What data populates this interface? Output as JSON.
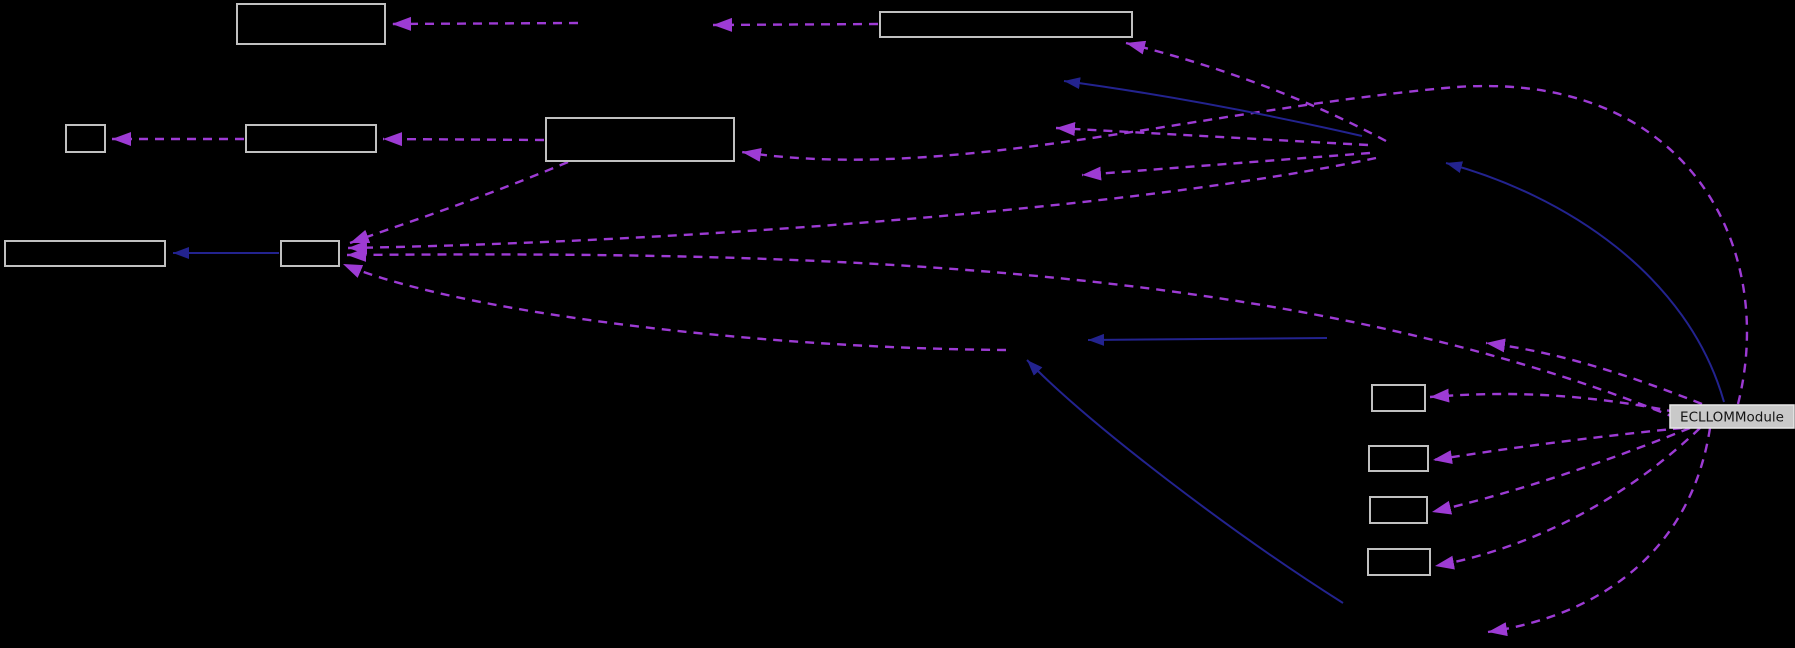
{
  "diagram": {
    "type": "collaboration-graph",
    "main_node": {
      "label": "ECLLOMModule"
    },
    "colors": {
      "background": "#000000",
      "node_border": "#c0c0c0",
      "node_fill": "#000000",
      "main_node_fill": "#c9c9c9",
      "main_node_border": "#e8e8e8",
      "main_node_text": "#141414",
      "dashed_edge": "#9d3bd4",
      "solid_edge": "#23238f"
    },
    "nodes": [
      {
        "id": "node-top-left",
        "label": ""
      },
      {
        "id": "node-top-middle",
        "label": ""
      },
      {
        "id": "node-left-small",
        "label": ""
      },
      {
        "id": "node-left-mid",
        "label": ""
      },
      {
        "id": "node-center",
        "label": ""
      },
      {
        "id": "node-wide-left",
        "label": ""
      },
      {
        "id": "node-left-junction",
        "label": ""
      },
      {
        "id": "node-right-1",
        "label": ""
      },
      {
        "id": "node-right-2",
        "label": ""
      },
      {
        "id": "node-right-3",
        "label": ""
      },
      {
        "id": "node-right-4",
        "label": ""
      },
      {
        "id": "node-main",
        "label": "ECLLOMModule"
      }
    ],
    "edges": [
      {
        "from": "hidden-node-a",
        "to": "node-top-left",
        "style": "dashed"
      },
      {
        "from": "node-top-middle",
        "to": "hidden-node-b",
        "style": "dashed"
      },
      {
        "from": "hidden-hub",
        "to": "node-top-middle",
        "style": "dashed"
      },
      {
        "from": "node-center",
        "to": "node-left-mid",
        "style": "dashed"
      },
      {
        "from": "node-left-mid",
        "to": "node-left-small",
        "style": "dashed"
      },
      {
        "from": "node-main",
        "to": "node-center",
        "style": "dashed"
      },
      {
        "from": "hidden-hub",
        "to": "hidden-node-c",
        "style": "dashed"
      },
      {
        "from": "hidden-hub",
        "to": "hidden-node-d",
        "style": "dashed"
      },
      {
        "from": "hidden-hub",
        "to": "node-left-junction",
        "style": "dashed"
      },
      {
        "from": "node-main",
        "to": "node-left-junction",
        "style": "dashed"
      },
      {
        "from": "hidden-node-e",
        "to": "node-left-junction",
        "style": "dashed"
      },
      {
        "from": "node-center",
        "to": "node-left-junction",
        "style": "dashed"
      },
      {
        "from": "node-main",
        "to": "node-right-1",
        "style": "dashed"
      },
      {
        "from": "node-main",
        "to": "node-right-2",
        "style": "dashed"
      },
      {
        "from": "node-main",
        "to": "node-right-3",
        "style": "dashed"
      },
      {
        "from": "node-main",
        "to": "node-right-4",
        "style": "dashed"
      },
      {
        "from": "node-main",
        "to": "hidden-node-f",
        "style": "dashed"
      },
      {
        "from": "node-main",
        "to": "hidden-node-g",
        "style": "dashed"
      },
      {
        "from": "hidden-node-h",
        "to": "hidden-node-e",
        "style": "solid"
      },
      {
        "from": "hidden-node-i",
        "to": "hidden-node-e",
        "style": "solid"
      },
      {
        "from": "node-left-junction",
        "to": "node-wide-left",
        "style": "solid"
      },
      {
        "from": "hidden-hub",
        "to": "hidden-node-j",
        "style": "solid"
      },
      {
        "from": "node-main",
        "to": "hidden-hub",
        "style": "solid"
      }
    ]
  }
}
